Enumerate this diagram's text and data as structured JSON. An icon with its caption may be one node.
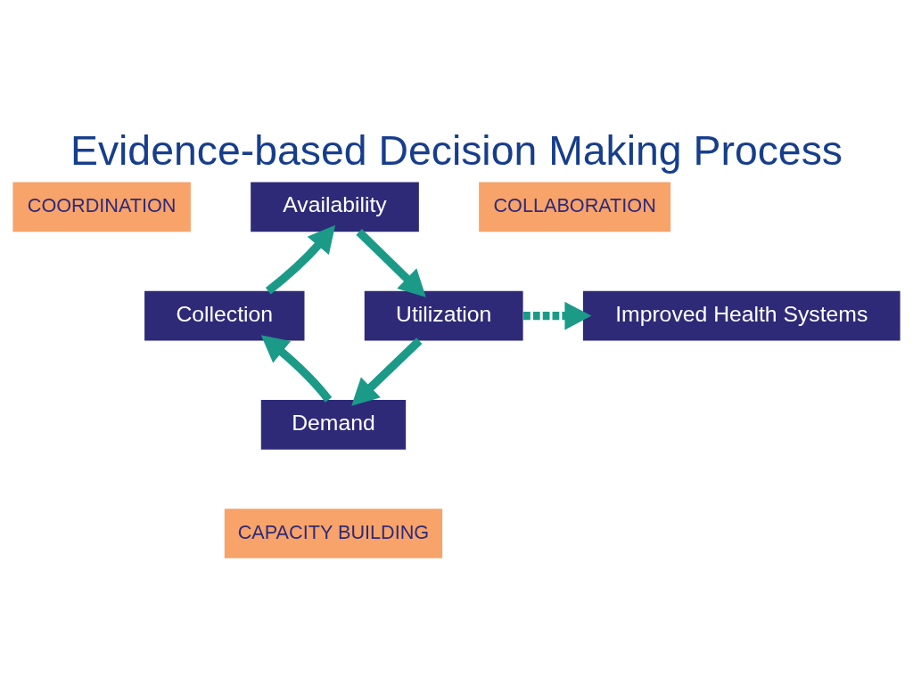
{
  "diagram": {
    "title": "Evidence-based Decision Making Process",
    "nodes": [
      {
        "text": [
          "Availability"
        ]
      },
      {
        "text": [
          "Utilization"
        ]
      },
      {
        "text": [
          "Demand"
        ]
      },
      {
        "text": [
          "Collection"
        ]
      },
      {
        "text": [
          "Improved Health Systems"
        ]
      }
    ],
    "edges": [
      {
        "from": 0,
        "to": 1,
        "arrow": "to"
      },
      {
        "from": 1,
        "to": 2,
        "arrow": "to"
      },
      {
        "from": 2,
        "to": 3,
        "arrow": "to"
      },
      {
        "from": 3,
        "to": 0,
        "arrow": "to"
      },
      {
        "from": 1,
        "to": 4,
        "arrow": "to",
        "style": "dashed"
      }
    ],
    "labels": [
      "COORDINATION",
      "COLLABORATION",
      "CAPACITY BUILDING"
    ]
  }
}
